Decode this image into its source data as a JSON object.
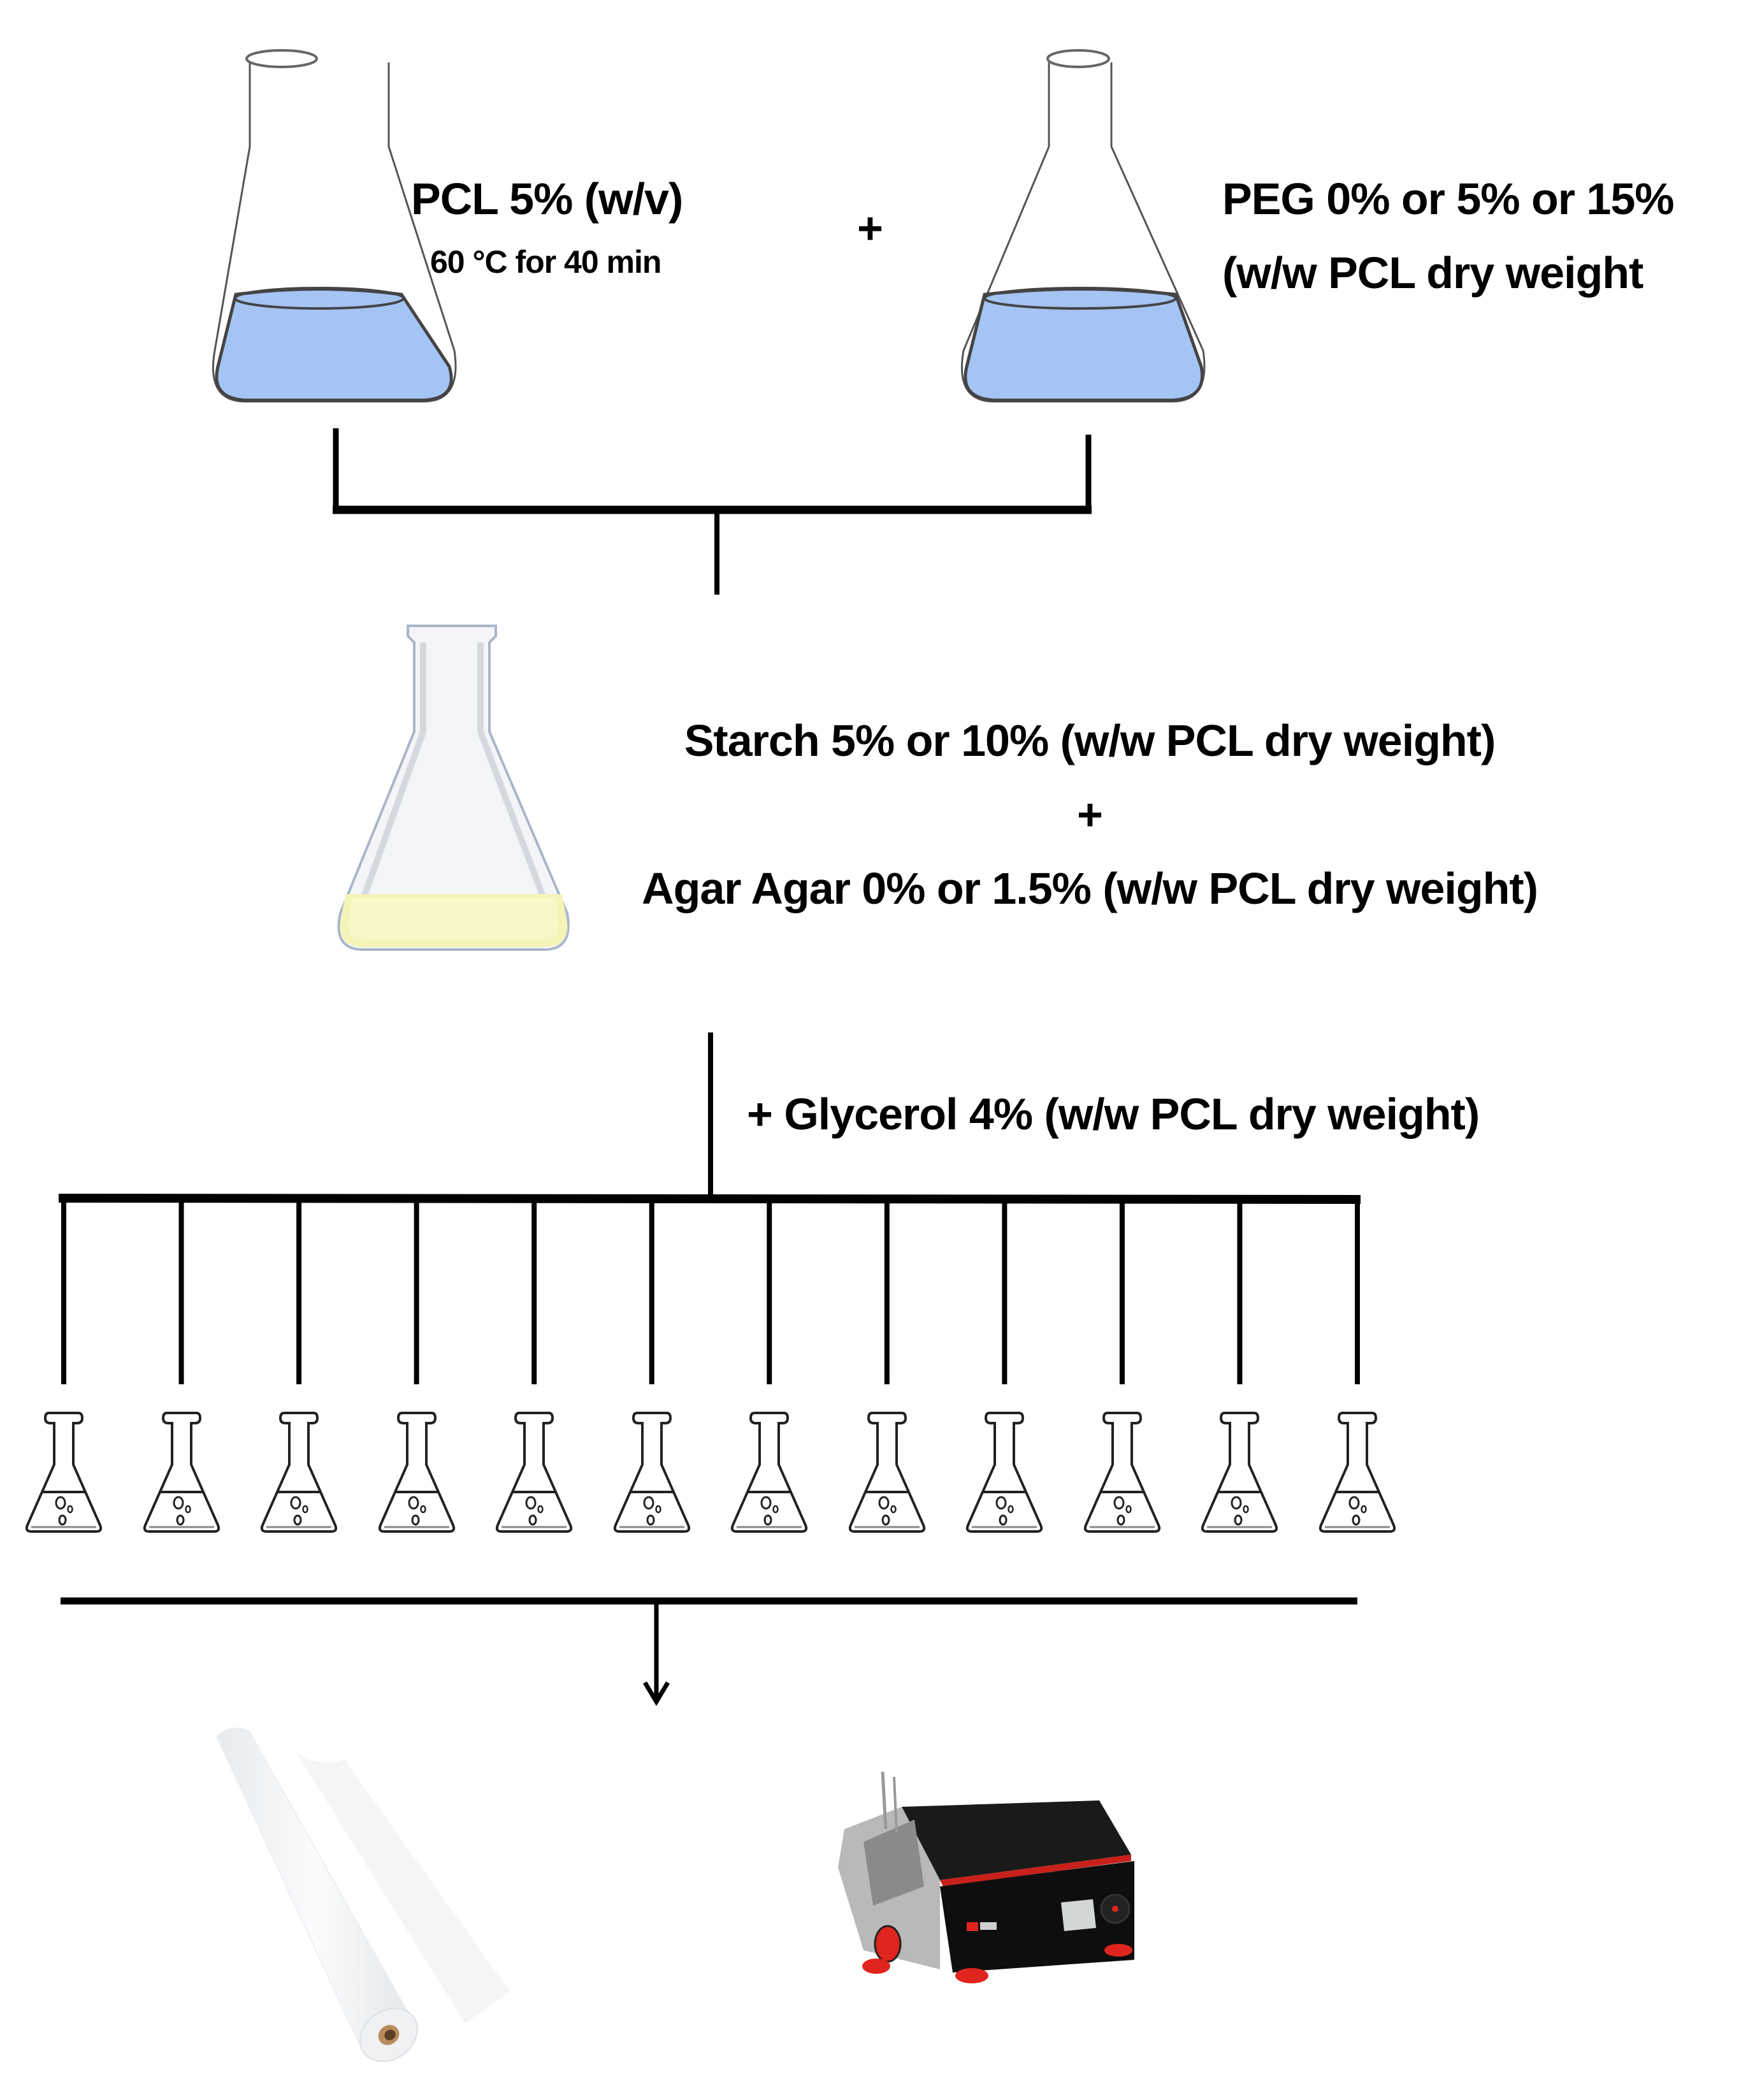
{
  "step1": {
    "left": {
      "label": "PCL 5% (w/v)",
      "condition": "60 °C for 40 min",
      "liquid_color": "#a4c4f4"
    },
    "join_symbol": "+",
    "right": {
      "label_line1": "PEG 0% or 5% or 15%",
      "label_line2": "(w/w PCL dry weight",
      "liquid_color": "#a4c4f4"
    }
  },
  "step2": {
    "line1": "Starch 5% or 10% (w/w PCL dry weight)",
    "join_symbol": "+",
    "line2": "Agar Agar 0% or 1.5% (w/w PCL dry weight)",
    "liquid_color": "#f4f4b8"
  },
  "step3": {
    "label": "+ Glycerol 4% (w/w PCL dry weight)",
    "formulation_count": 12
  },
  "step4": {
    "outputs": [
      "film-roll",
      "film-applicator-machine"
    ],
    "accent_color": "#e0241e"
  }
}
